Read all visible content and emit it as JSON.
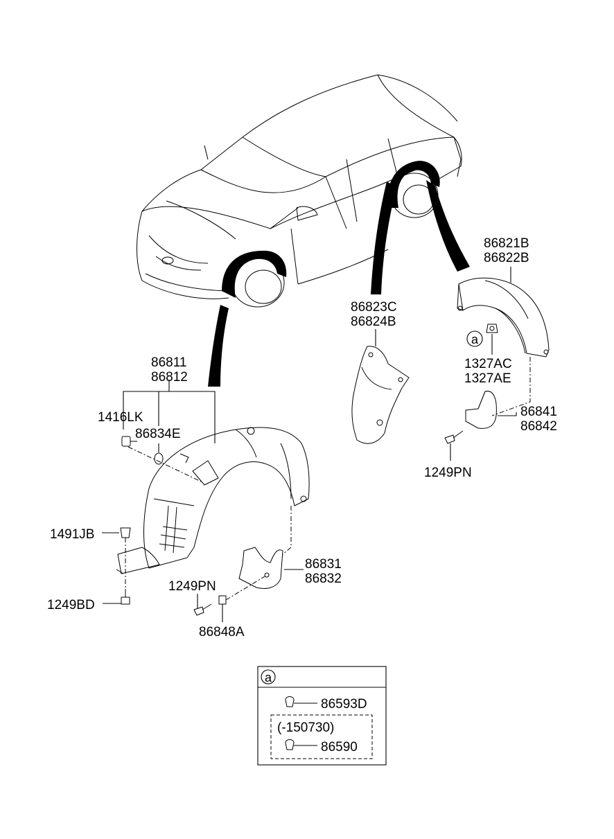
{
  "labels": {
    "p86821B": "86821B",
    "p86822B": "86822B",
    "p86823C": "86823C",
    "p86824B": "86824B",
    "p1327AC": "1327AC",
    "p1327AE": "1327AE",
    "p86841": "86841",
    "p86842": "86842",
    "p1249PN_right": "1249PN",
    "p86811": "86811",
    "p86812": "86812",
    "p1416LK": "1416LK",
    "p86834E": "86834E",
    "p1491JB": "1491JB",
    "p86831": "86831",
    "p86832": "86832",
    "p1249PN_left": "1249PN",
    "p1249BD": "1249BD",
    "p86848A": "86848A",
    "callout_a": "a"
  },
  "legend": {
    "marker": "a",
    "item1": "86593D",
    "date_range": "(-150730)",
    "item2": "86590"
  }
}
